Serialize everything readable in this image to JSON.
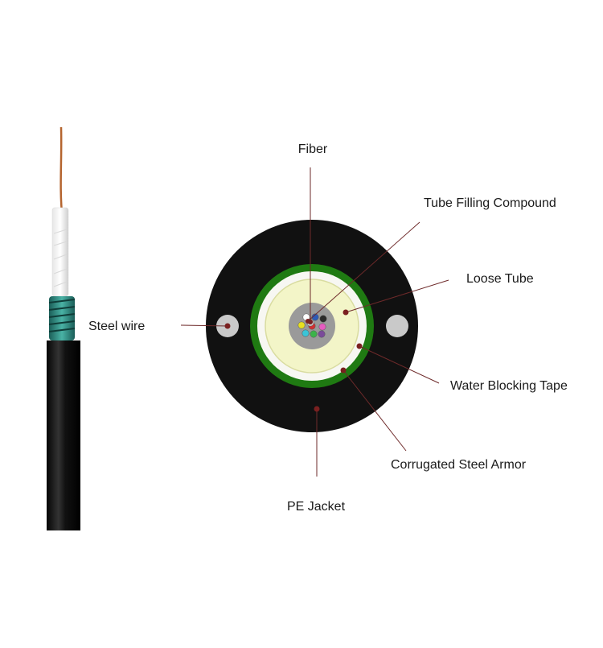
{
  "labels": {
    "fiber": "Fiber",
    "tube_filling_compound": "Tube Filling Compound",
    "loose_tube": "Loose Tube",
    "steel_wire": "Steel wire",
    "water_blocking_tape": "Water Blocking Tape",
    "corrugated_steel_armor": "Corrugated Steel Armor",
    "pe_jacket": "PE Jacket"
  },
  "colors": {
    "jacket": "#111111",
    "armor_green": "#1f7a12",
    "tape_white": "#f7f7f2",
    "loose_tube_fill": "#f3f5c8",
    "core_gray": "#9a9a9a",
    "steel_wire_gray": "#c9c9c9",
    "leader_line": "#6e2a2a",
    "cable_copper": "#b5652f",
    "cable_armor_teal": "#2f8f86"
  },
  "fiber_colors": [
    "#ffffff",
    "#2c5bb8",
    "#2a2a2a",
    "#e8e020",
    "#d03030",
    "#e55cc0",
    "#3ac5d8",
    "#3cb34a",
    "#7a4a9a",
    "#c8c8c8"
  ]
}
